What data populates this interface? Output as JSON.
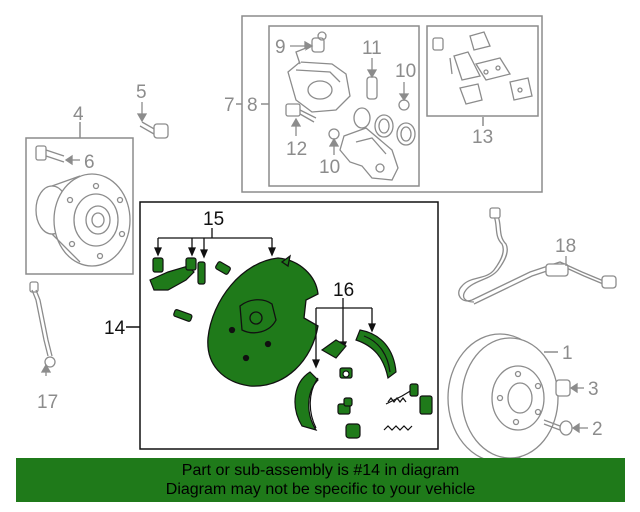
{
  "callouts": {
    "c1": "1",
    "c2": "2",
    "c3": "3",
    "c4": "4",
    "c5": "5",
    "c6": "6",
    "c7": "7",
    "c8": "8",
    "c9": "9",
    "c10a": "10",
    "c10b": "10",
    "c11": "11",
    "c12": "12",
    "c13": "13",
    "c14": "14",
    "c15": "15",
    "c16": "16",
    "c17": "17",
    "c18": "18"
  },
  "banner": {
    "line1": "Part or sub-assembly is #14 in diagram",
    "line2": "Diagram may not be specific to your vehicle"
  },
  "colors": {
    "highlight": "#1f7a1a",
    "line_gray": "#8c8c8c",
    "dark": "#111111"
  }
}
